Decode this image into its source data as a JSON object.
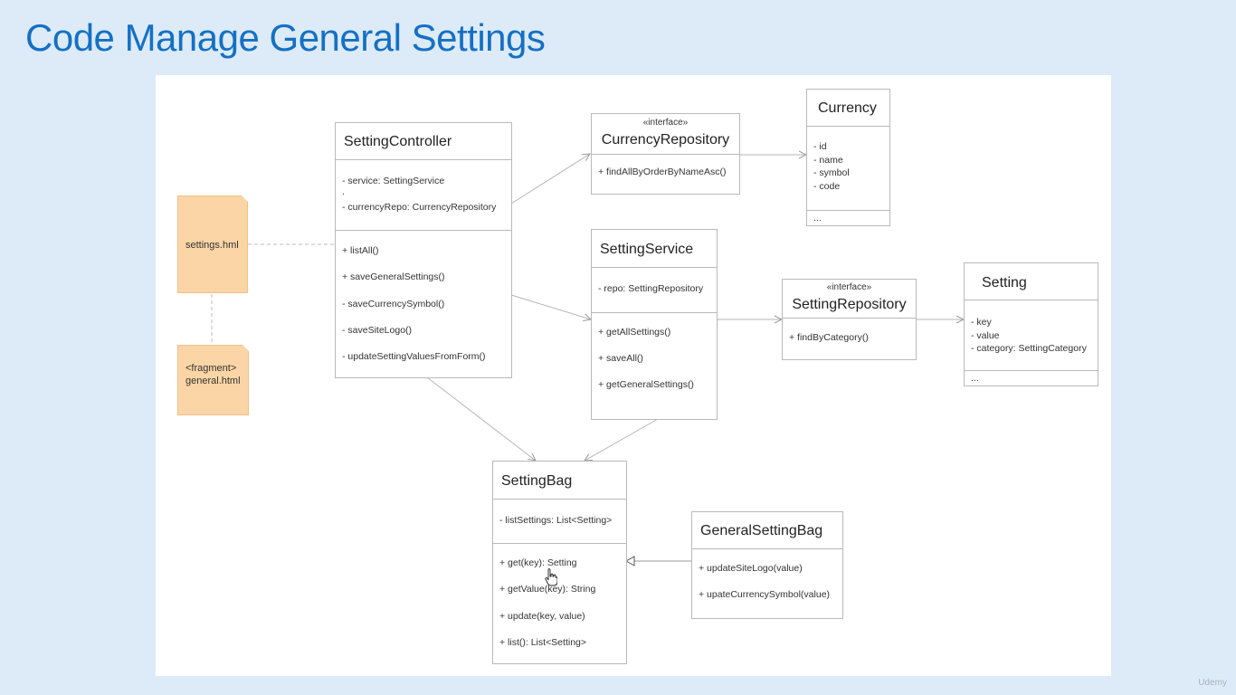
{
  "title": "Code Manage General Settings",
  "watermark": "Udemy",
  "files": {
    "settings": "settings.hml",
    "general_stereo": "<fragment>",
    "general_name": "general.html"
  },
  "setting_controller": {
    "name": "SettingController",
    "attrs": [
      "- service: SettingService",
      ".",
      "- currencyRepo: CurrencyRepository"
    ],
    "methods": [
      "+ listAll()",
      "+ saveGeneralSettings()",
      "- saveCurrencySymbol()",
      "- saveSiteLogo()",
      "- updateSettingValuesFromForm()"
    ]
  },
  "currency_repository": {
    "stereotype": "«interface»",
    "name": "CurrencyRepository",
    "methods": [
      "+ findAllByOrderByNameAsc()"
    ]
  },
  "currency": {
    "name": "Currency",
    "attrs": [
      "- id",
      "- name",
      "- symbol",
      "- code"
    ],
    "more": "..."
  },
  "setting_service": {
    "name": "SettingService",
    "attrs": [
      "- repo: SettingRepository"
    ],
    "methods": [
      "+ getAllSettings()",
      "+ saveAll()",
      "+ getGeneralSettings()"
    ]
  },
  "setting_repository": {
    "stereotype": "«interface»",
    "name": "SettingRepository",
    "methods": [
      "+ findByCategory()"
    ]
  },
  "setting": {
    "name": "Setting",
    "attrs": [
      "- key",
      "- value",
      "- category: SettingCategory"
    ],
    "more": "..."
  },
  "setting_bag": {
    "name": "SettingBag",
    "attrs": [
      "- listSettings: List<Setting>"
    ],
    "methods": [
      "+ get(key): Setting",
      "+ getValue(key): String",
      "+ update(key, value)",
      "+ list(): List<Setting>"
    ]
  },
  "general_setting_bag": {
    "name": "GeneralSettingBag",
    "methods": [
      "+ updateSiteLogo(value)",
      "+ upateCurrencySymbol(value)"
    ]
  },
  "colors": {
    "title": "#1570c4",
    "background": "#dcebf7",
    "file_fill": "#fbd5a5",
    "underline": "#d9231f"
  }
}
